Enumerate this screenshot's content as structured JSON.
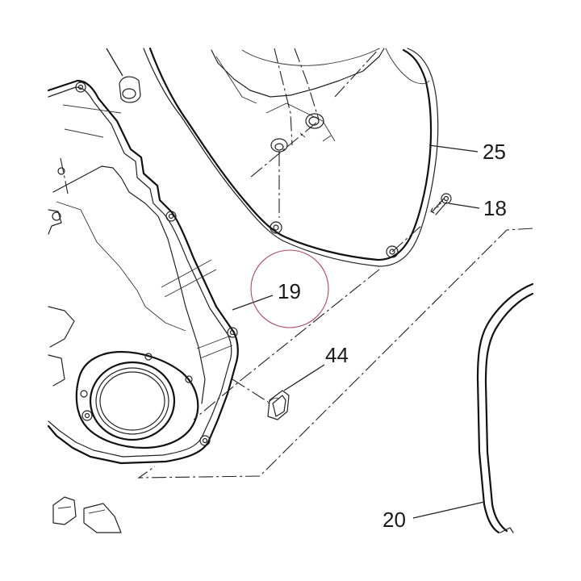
{
  "diagram": {
    "labels": {
      "part_25": "25",
      "part_18": "18",
      "part_19": "19",
      "part_44": "44",
      "part_20": "20"
    },
    "colors": {
      "line": "#111111",
      "highlight_ring": "#b0485a",
      "background": "#ffffff"
    }
  }
}
